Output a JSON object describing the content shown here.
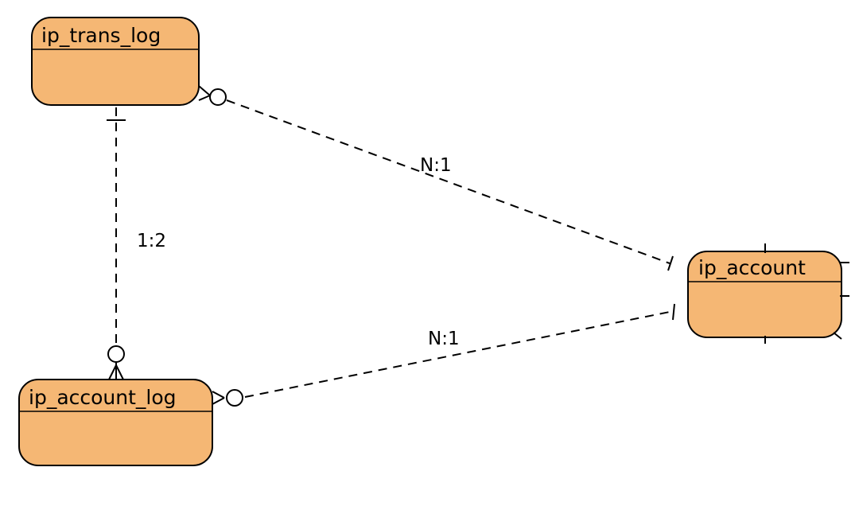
{
  "entities": {
    "trans_log": {
      "name": "ip_trans_log"
    },
    "account": {
      "name": "ip_account"
    },
    "account_log": {
      "name": "ip_account_log"
    }
  },
  "relationships": [
    {
      "from": "ip_trans_log",
      "to": "ip_account",
      "label": "N:1"
    },
    {
      "from": "ip_trans_log",
      "to": "ip_account_log",
      "label": "1:2"
    },
    {
      "from": "ip_account_log",
      "to": "ip_account",
      "label": "N:1"
    }
  ],
  "colors": {
    "entity_fill": "#f5b774",
    "stroke": "#000000",
    "background": "#ffffff"
  }
}
